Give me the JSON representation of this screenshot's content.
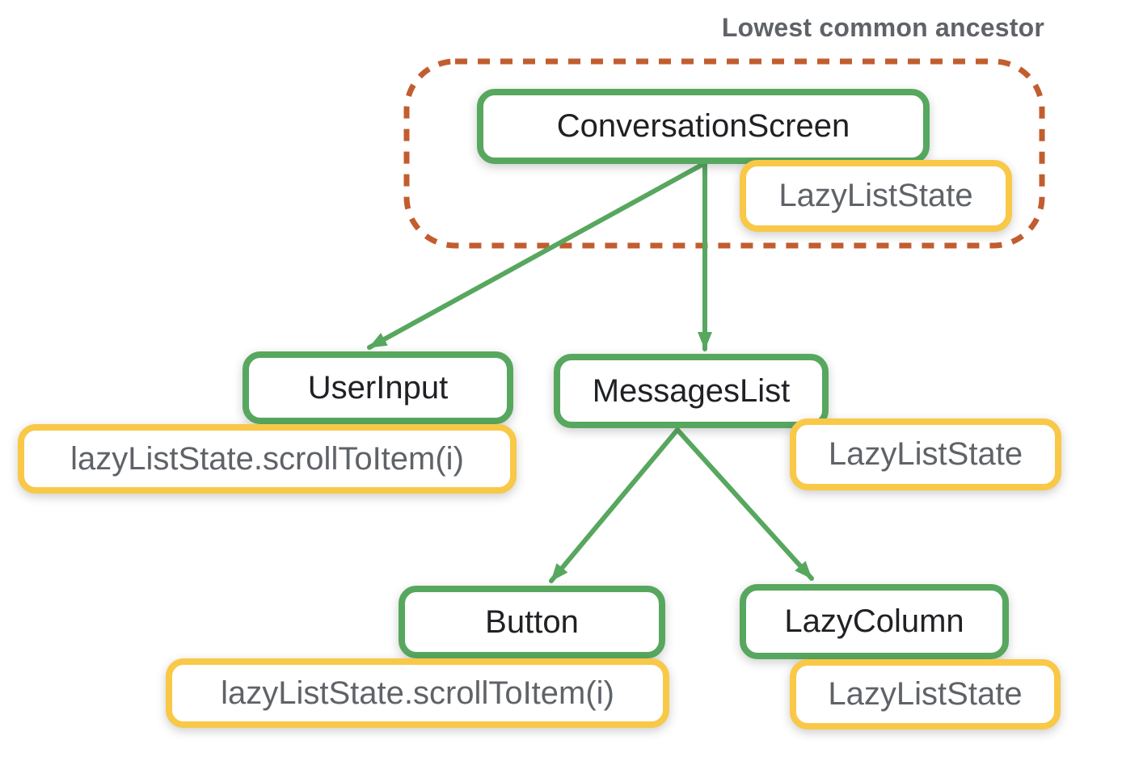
{
  "title": "Lowest common ancestor",
  "colors": {
    "component_border_green": "#57a75f",
    "state_border_yellow": "#f9c847",
    "ancestor_outline_orange": "#c25d2f",
    "arrow_green": "#57a75f",
    "component_text": "#202124",
    "state_text": "#5f6368",
    "title_text": "#5f6368"
  },
  "nodes": {
    "conversation_screen": {
      "label": "ConversationScreen"
    },
    "user_input": {
      "label": "UserInput"
    },
    "messages_list": {
      "label": "MessagesList"
    },
    "button": {
      "label": "Button"
    },
    "lazy_column": {
      "label": "LazyColumn"
    }
  },
  "states": {
    "hoisted_state": {
      "label": "LazyListState"
    },
    "user_input_call": {
      "label": "lazyListState.scrollToItem(i)"
    },
    "messages_list_state": {
      "label": "LazyListState"
    },
    "button_call": {
      "label": "lazyListState.scrollToItem(i)"
    },
    "lazy_column_state": {
      "label": "LazyListState"
    }
  },
  "tree": {
    "root": "ConversationScreen",
    "edges": [
      {
        "from": "ConversationScreen",
        "to": "UserInput"
      },
      {
        "from": "ConversationScreen",
        "to": "MessagesList"
      },
      {
        "from": "MessagesList",
        "to": "Button"
      },
      {
        "from": "MessagesList",
        "to": "LazyColumn"
      }
    ]
  }
}
